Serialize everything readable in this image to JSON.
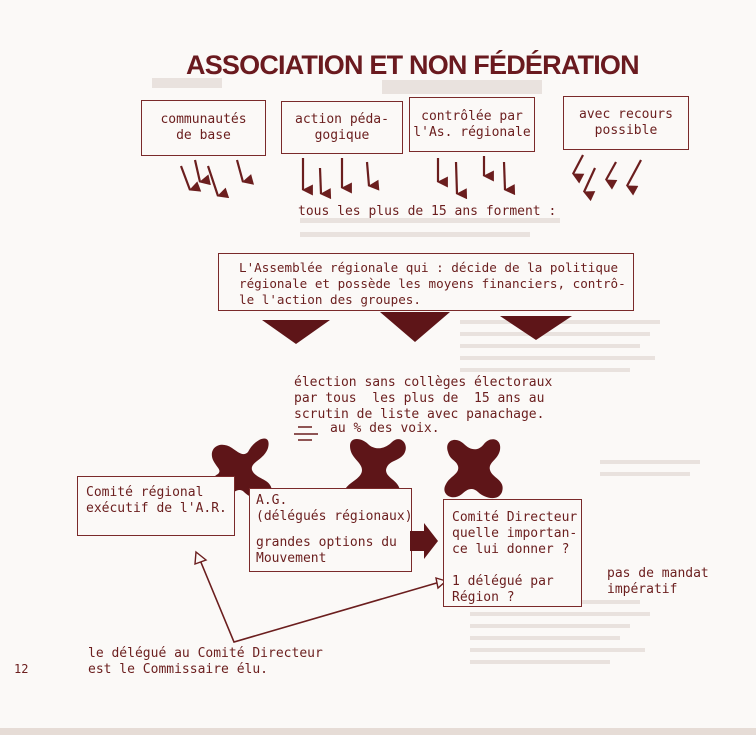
{
  "title": "ASSOCIATION ET NON FÉDÉRATION",
  "top_boxes": [
    {
      "text": "communautés\nde base"
    },
    {
      "text": "action péda-\ngogique"
    },
    {
      "text": "contrôlée par\nl'As. régionale"
    },
    {
      "text": "avec recours\npossible"
    }
  ],
  "plus15": "tous les plus de 15 ans forment :",
  "assemblee": "L'Assemblée régionale qui : décide de la politique\nrégionale et possède les moyens financiers, contrô-\nle l'action des groupes.",
  "election": "élection sans collèges électoraux\npar tous  les plus de  15 ans au\nscrutin de liste avec panachage.",
  "election_pct": "au % des voix.",
  "comite_regional": "Comité régional\nexécutif de l'A.R.",
  "ag_title": "A.G.\n(délégués régionaux)",
  "ag_options": "grandes options du\nMouvement",
  "comite_directeur": "Comité Directeur\nquelle importan-\nce lui donner ?\n\n1 délégué par\nRégion ?",
  "mandat": "pas de mandat\nimpératif",
  "delegue_note": "le délégué au Comité Directeur\nest le Commissaire élu.",
  "page_number": "12",
  "colors": {
    "ink": "#6b1e1e",
    "shape": "#5e1518",
    "paper": "#fbf9f7"
  }
}
